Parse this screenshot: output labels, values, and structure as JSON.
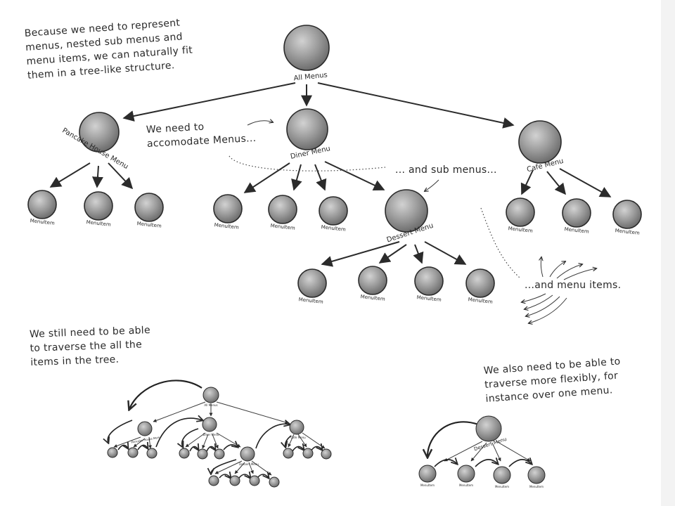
{
  "annotations": {
    "intro": [
      "Because we need to represent",
      "menus, nested sub menus and",
      "menu items, we can naturally fit",
      "them in a tree-like structure."
    ],
    "accommodate": [
      "We need to",
      "accomodate Menus..."
    ],
    "sub_menus": "... and sub menus...",
    "menu_items": "...and menu items.",
    "traverse_all": [
      "We still need to be able",
      "to traverse the all the",
      "items in the tree."
    ],
    "traverse_flex": [
      "We also need to be able to",
      "traverse more flexibly, for",
      "instance over one menu."
    ]
  },
  "tree": {
    "root": "All Menus",
    "pancake": "Pancake House Menu",
    "diner": "Diner Menu",
    "cafe": "Cafe Menu",
    "dessert": "Dessert Menu",
    "item": "MenuItem"
  }
}
